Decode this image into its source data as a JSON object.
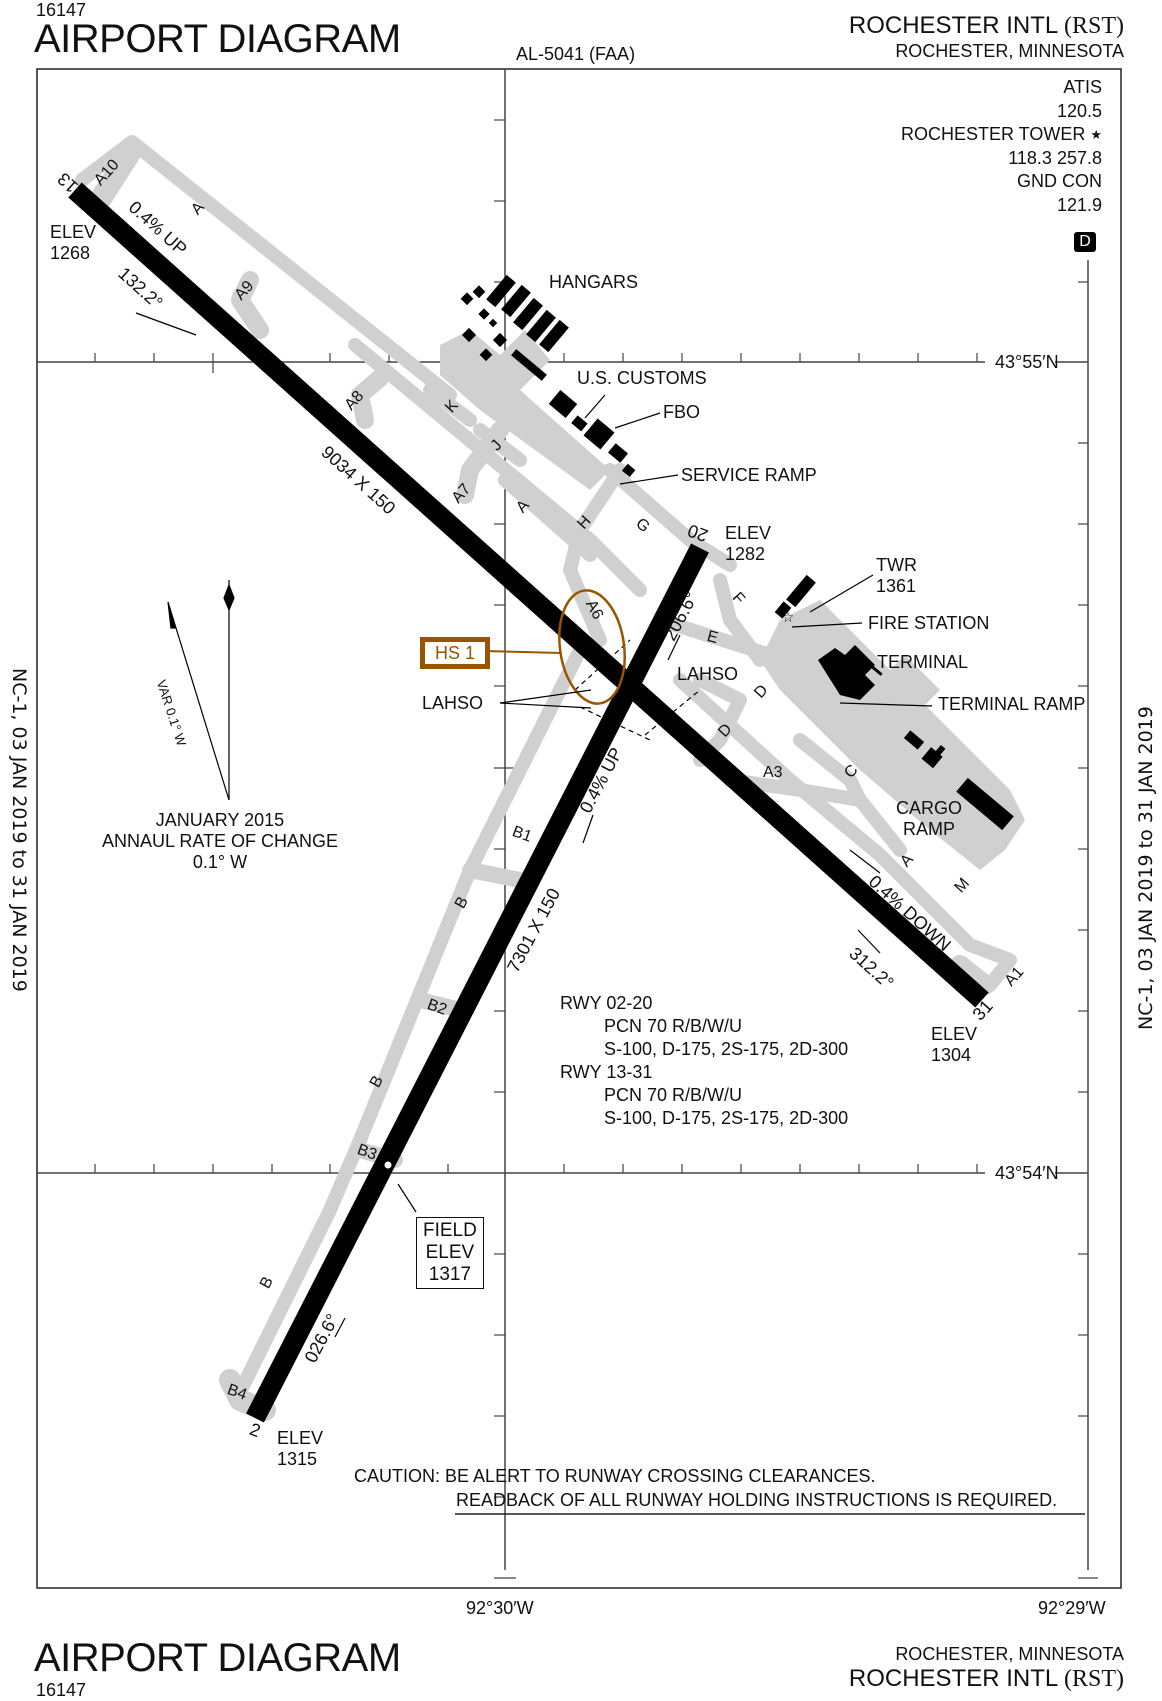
{
  "header": {
    "chart_number": "16147",
    "title": "AIRPORT DIAGRAM",
    "procedure_id": "AL-5041 (FAA)",
    "airport_name": "ROCHESTER INTL",
    "airport_code": "(RST)",
    "location": "ROCHESTER, MINNESOTA"
  },
  "footer": {
    "chart_number": "16147",
    "title": "AIRPORT DIAGRAM",
    "airport_name": "ROCHESTER INTL",
    "airport_code": "(RST)",
    "location": "ROCHESTER, MINNESOTA"
  },
  "side_margins": {
    "left": "NC-1, 03 JAN 2019 to 31 JAN 2019",
    "right": "NC-1, 03 JAN 2019 to 31 JAN 2019"
  },
  "frequencies": {
    "atis_label": "ATIS",
    "atis_freq": "120.5",
    "tower_label": "ROCHESTER TOWER",
    "tower_symbol": "★",
    "tower_freq": "118.3 257.8",
    "ground_label": "GND CON",
    "ground_freq": "121.9",
    "d_badge": "D"
  },
  "coordinates": {
    "lat_north": "43°55′N",
    "lat_south": "43°54′N",
    "lon_west": "92°30′W",
    "lon_east": "92°29′W"
  },
  "runways": [
    {
      "id": "13-31",
      "ends": [
        {
          "number": "13",
          "elev_label": "ELEV",
          "elev": "1268",
          "heading": "132.2°",
          "slope": "0.4% UP"
        },
        {
          "number": "31",
          "elev_label": "ELEV",
          "elev": "1304",
          "heading": "312.2°",
          "slope": "0.4% DOWN"
        }
      ],
      "dimensions": "9034 X 150"
    },
    {
      "id": "02-20",
      "ends": [
        {
          "number": "2",
          "elev_label": "ELEV",
          "elev": "1315",
          "heading": "026.6°"
        },
        {
          "number": "20",
          "elev_label": "ELEV",
          "elev": "1282",
          "heading": "206.6°",
          "slope": "0.4% UP"
        }
      ],
      "dimensions": "7301 X 150"
    }
  ],
  "taxiways": {
    "A10": "A10",
    "A9": "A9",
    "A8": "A8",
    "A7": "A7",
    "A6": "A6",
    "A3": "A3",
    "A1": "A1",
    "A_north": "A",
    "A_mid": "A",
    "A_south": "A",
    "K": "K",
    "J": "J",
    "H": "H",
    "G": "G",
    "F": "F",
    "E": "E",
    "D_upper": "D",
    "D_lower": "D",
    "C": "C",
    "M": "M",
    "B1": "B1",
    "B2": "B2",
    "B3": "B3",
    "B4": "B4",
    "B_upper": "B",
    "B_mid": "B",
    "B_lower": "B"
  },
  "facilities": {
    "hangars": "HANGARS",
    "customs": "U.S. CUSTOMS",
    "fbo": "FBO",
    "service_ramp": "SERVICE RAMP",
    "twr_label": "TWR",
    "twr_elev": "1361",
    "fire_station": "FIRE STATION",
    "terminal": "TERMINAL",
    "terminal_ramp": "TERMINAL RAMP",
    "cargo_ramp_1": "CARGO",
    "cargo_ramp_2": "RAMP"
  },
  "hotspot": {
    "label": "HS 1",
    "color": "#9a5400"
  },
  "lahso": {
    "left": "LAHSO",
    "right": "LAHSO"
  },
  "field_elev": {
    "line1": "FIELD",
    "line2": "ELEV",
    "value": "1317"
  },
  "magnetic_variation": {
    "var_label": "VAR 0.1° W",
    "date": "JANUARY 2015",
    "rate_label": "ANNAUL RATE OF CHANGE",
    "rate_value": "0.1° W"
  },
  "pavement": {
    "rwy1_label": "RWY 02-20",
    "rwy1_pcn": "PCN 70 R/B/W/U",
    "rwy1_weights": "S-100, D-175, 2S-175, 2D-300",
    "rwy2_label": "RWY 13-31",
    "rwy2_pcn": "PCN 70 R/B/W/U",
    "rwy2_weights": "S-100, D-175, 2S-175, 2D-300"
  },
  "caution": {
    "prefix": "CAUTION:",
    "line1": "BE ALERT TO RUNWAY CROSSING CLEARANCES.",
    "line2": "READBACK OF ALL RUNWAY HOLDING INSTRUCTIONS IS REQUIRED."
  },
  "colors": {
    "runway": "#000000",
    "taxiway": "#d0d0d0",
    "hotspot": "#9a5400",
    "grid": "#444444"
  }
}
